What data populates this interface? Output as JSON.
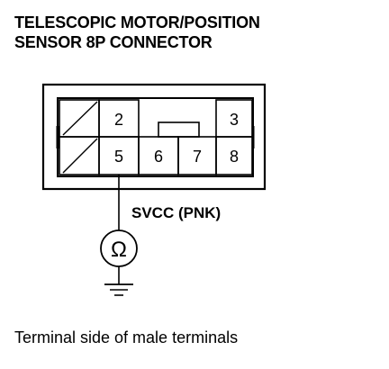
{
  "title": {
    "line1": "TELESCOPIC MOTOR/POSITION",
    "line2": "SENSOR 8P CONNECTOR"
  },
  "connector": {
    "top_row": [
      {
        "slot": 1,
        "label": ""
      },
      {
        "slot": 2,
        "label": "2"
      },
      {
        "slot": 3,
        "label": ""
      },
      {
        "slot": 4,
        "label": ""
      },
      {
        "slot": 5,
        "label": "3"
      }
    ],
    "bottom_row": [
      {
        "slot": 1,
        "label": ""
      },
      {
        "slot": 2,
        "label": "5"
      },
      {
        "slot": 3,
        "label": "6"
      },
      {
        "slot": 4,
        "label": "7"
      },
      {
        "slot": 5,
        "label": "8"
      }
    ]
  },
  "wire_label": "SVCC (PNK)",
  "meter_symbol": "Ω",
  "icons": [
    "ohmmeter-icon",
    "ground-icon"
  ],
  "caption": "Terminal side of male terminals"
}
